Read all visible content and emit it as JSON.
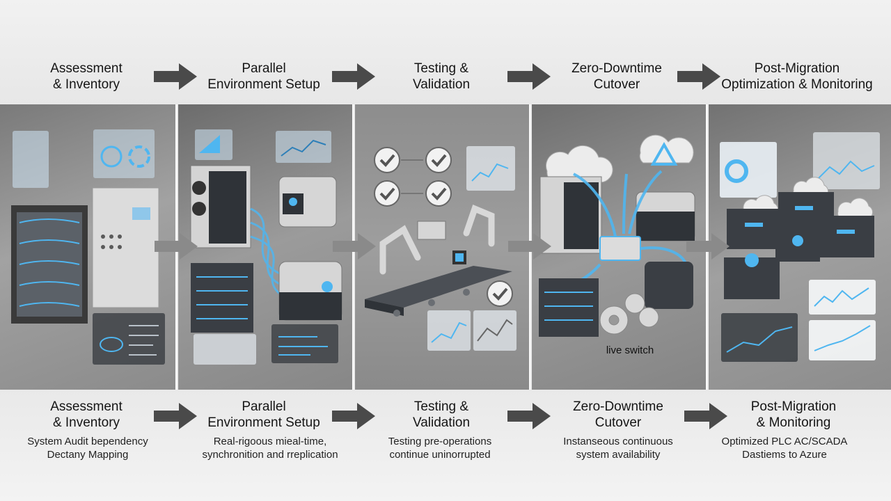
{
  "stages": [
    {
      "top_title": "Assessment\n& Inventory",
      "bottom_title": "Assessment\n& Inventory",
      "description": "System Audit bependency\nDectany Mapping"
    },
    {
      "top_title": "Parallel\nEnvironment Setup",
      "bottom_title": "Parallel\nEnvironment Setup",
      "description": "Real-rigoous mieal-time,\nsynchronition and rreplication"
    },
    {
      "top_title": "Testing &\nValidation",
      "bottom_title": "Testing &\nValidation",
      "description": "Testing pre-operations\ncontinue uninorrupted"
    },
    {
      "top_title": "Zero-Downtime\nCutover",
      "bottom_title": "Zero-Downtime\nCutover",
      "description": "Instanseous continuous\nsystem availability"
    },
    {
      "top_title": "Post-Migration\nOptimization & Monitoring",
      "bottom_title": "Post-Migration\n& Monitoring",
      "description": "Optimized PLC AC/SCADA\nDastiems to Azure"
    }
  ],
  "annotations": {
    "live_switch": "live switch"
  },
  "colors": {
    "accent": "#4fb6f0",
    "arrow": "#4a4a4a",
    "panel": "#9a9a9a"
  },
  "icons": [
    "server-rack-icon",
    "plc-cabinet-icon",
    "gateway-box-icon",
    "dashboard-icon",
    "checkmark-icon",
    "robot-arm-icon",
    "conveyor-icon",
    "cloud-icon",
    "gear-icon",
    "line-chart-icon"
  ]
}
